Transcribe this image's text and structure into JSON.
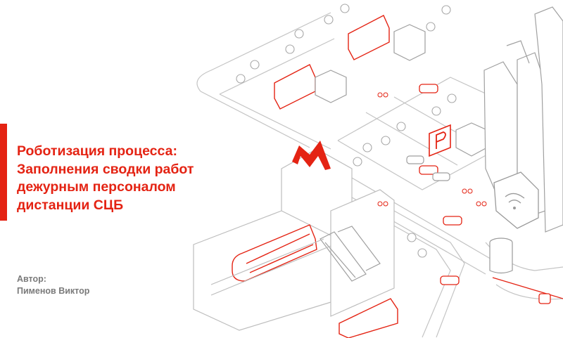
{
  "slide": {
    "title_lines": [
      "Роботизация процесса:",
      "Заполнения сводки работ",
      "дежурным персоналом",
      "дистанции СЦБ"
    ],
    "author_label": "Автор:",
    "author_name": "Пименов Виктор"
  },
  "illustration": {
    "subject": "isometric-city-metro-scene",
    "accent_color": "#e42313",
    "line_color": "#b9b9b9",
    "icons": [
      "metro-logo-icon",
      "parking-sign-icon",
      "wifi-sign-icon"
    ]
  }
}
